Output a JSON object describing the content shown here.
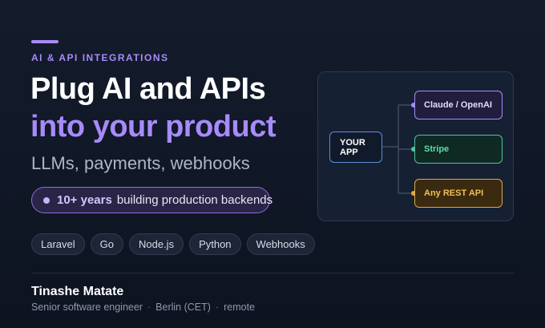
{
  "eyebrow": "AI & API INTEGRATIONS",
  "headline": {
    "line1": "Plug AI and APIs",
    "line2": "into your product"
  },
  "subheadline": "LLMs, payments, webhooks",
  "badge": {
    "strong": "10+ years",
    "rest": "building production backends"
  },
  "tags": [
    "Laravel",
    "Go",
    "Node.js",
    "Python",
    "Webhooks"
  ],
  "author": {
    "name": "Tinashe Matate",
    "title": "Senior software engineer",
    "location": "Berlin (CET)",
    "work_mode": "remote",
    "separator": "·"
  },
  "diagram": {
    "source": {
      "line1": "YOUR",
      "line2": "APP"
    },
    "targets": [
      {
        "label": "Claude / OpenAI",
        "color": "#a78bfa"
      },
      {
        "label": "Stripe",
        "color": "#4fc49a"
      },
      {
        "label": "Any REST API",
        "color": "#e4a842"
      }
    ]
  },
  "colors": {
    "accent": "#a78bfa",
    "background": "#111827",
    "stripe_green": "#4fc49a",
    "rest_amber": "#e4a842",
    "app_blue": "#5b8fd8"
  }
}
